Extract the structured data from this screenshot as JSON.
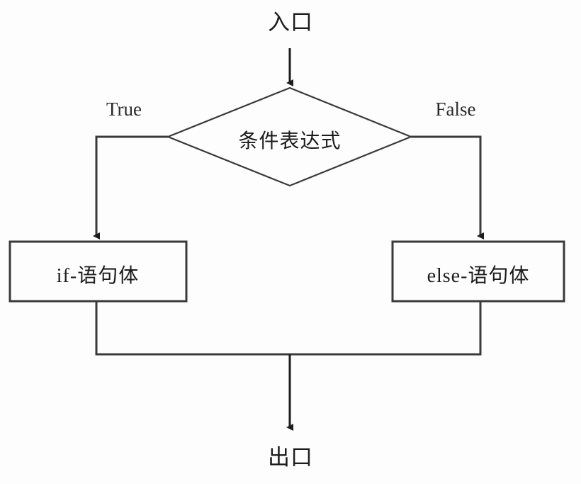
{
  "diagram": {
    "title": "if-else flowchart",
    "stroke_color": "#3a3a3a",
    "fill_color": "#fdfdfd",
    "text_color": "#1c1c1c",
    "nodes": {
      "entry": {
        "label": "入口",
        "type": "terminal"
      },
      "condition": {
        "label": "条件表达式",
        "type": "decision"
      },
      "if_branch": {
        "label": "if-语句体",
        "type": "process"
      },
      "else_branch": {
        "label": "else-语句体",
        "type": "process"
      },
      "exit": {
        "label": "出口",
        "type": "terminal"
      }
    },
    "edges": {
      "true_label": "True",
      "false_label": "False"
    }
  }
}
